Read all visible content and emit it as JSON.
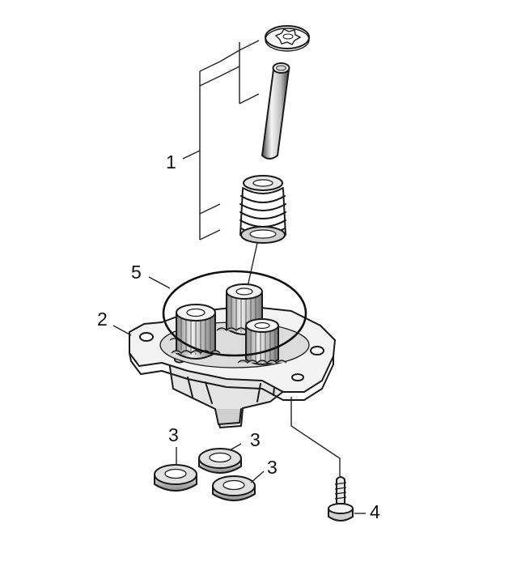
{
  "callouts": {
    "one": "1",
    "two": "2",
    "three_a": "3",
    "three_b": "3",
    "three_c": "3",
    "four": "4",
    "five": "5"
  },
  "colors": {
    "background": "#ffffff",
    "line": "#1a1a1a",
    "light_fill": "#f2f2f2",
    "mid_fill": "#d9d9d9",
    "dark_fill": "#9a9a9a"
  }
}
